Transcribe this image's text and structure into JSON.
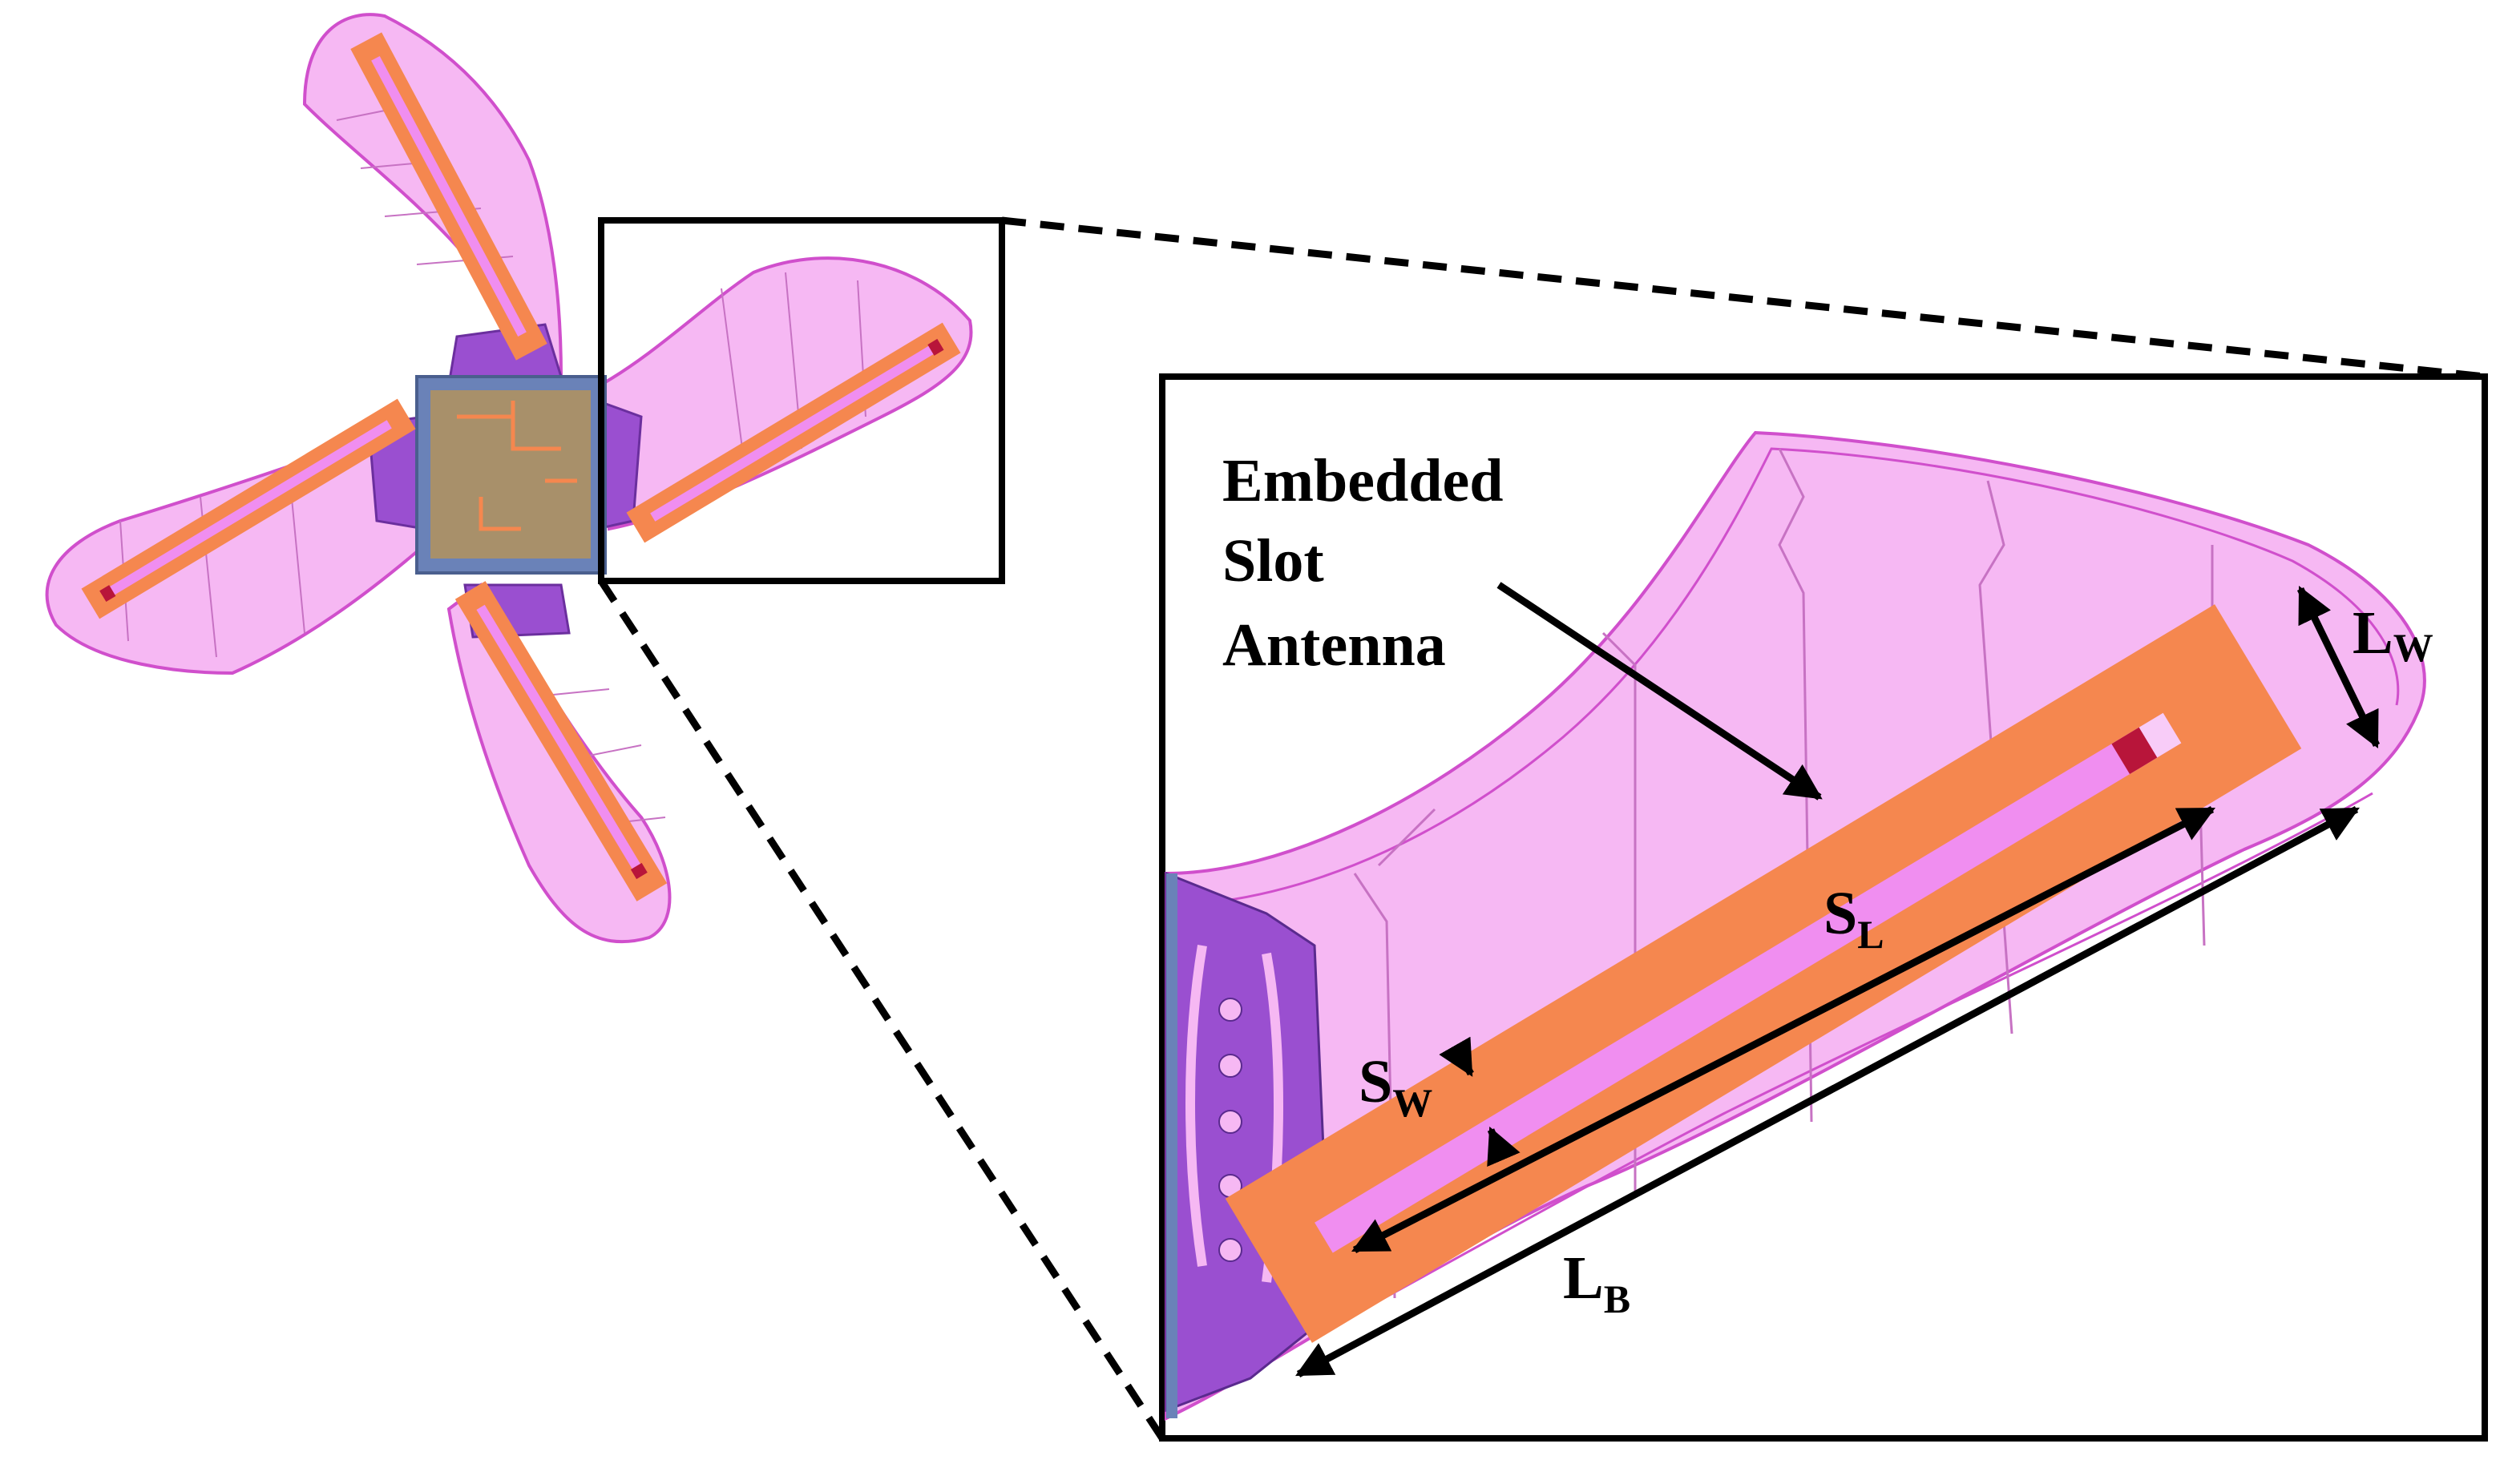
{
  "figure": {
    "callout": [
      "Embedded",
      "Slot",
      "Antenna"
    ],
    "dimensions": {
      "S_L": {
        "main": "S",
        "sub": "L"
      },
      "S_W": {
        "main": "S",
        "sub": "W"
      },
      "L_W": {
        "main": "L",
        "sub": "W"
      },
      "L_B": {
        "main": "L",
        "sub": "B"
      }
    },
    "colors": {
      "wing_fill": "#f6b8f3",
      "wing_edge": "#d04fcc",
      "antenna": "#f5874f",
      "slot": "#f08ef0",
      "hub": "#a8906a",
      "hub_frame": "#6a82b8",
      "mount": "#9a4fd0",
      "feed": "#b8153a"
    }
  }
}
